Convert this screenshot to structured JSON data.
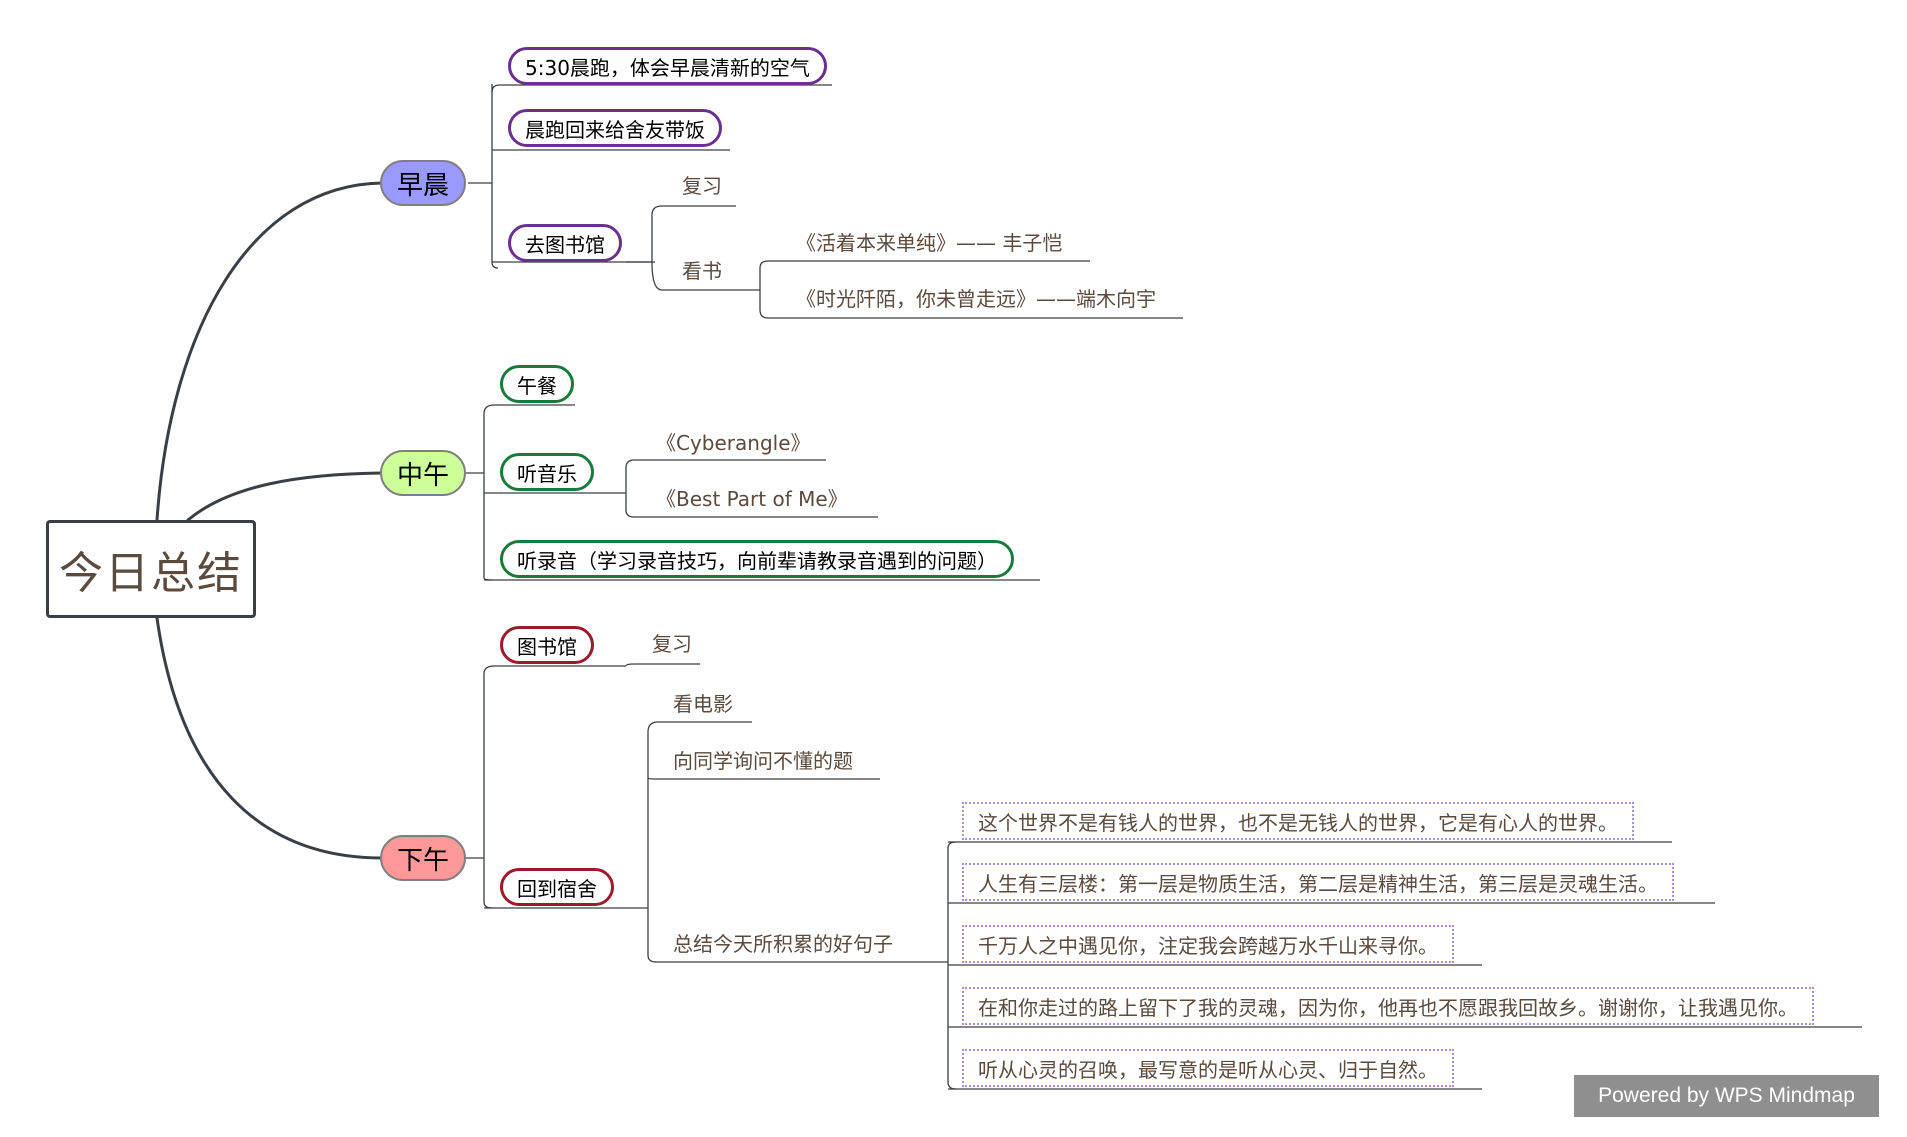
{
  "root": "今日总结",
  "colors": {
    "morning": "#9999ff",
    "noon": "#ccff99",
    "afternoon": "#ff9999",
    "morning_border": "#6a2f8f",
    "noon_border": "#1a7a3a",
    "afternoon_border": "#9c1a2a"
  },
  "morning": {
    "label": "早晨",
    "run": "5:30晨跑，体会早晨清新的空气",
    "food": "晨跑回来给舍友带饭",
    "library": "去图书馆",
    "review": "复习",
    "read": "看书",
    "book1": "《活着本来单纯》——  丰子恺",
    "book2": "《时光阡陌，你未曾走远》——端木向宇"
  },
  "noon": {
    "label": "中午",
    "lunch": "午餐",
    "music": "听音乐",
    "song1": "《Cyberangle》",
    "song2": "《Best  Part  of  Me》",
    "recording": "听录音（学习录音技巧，向前辈请教录音遇到的问题）"
  },
  "afternoon": {
    "label": "下午",
    "library": "图书馆",
    "review": "复习",
    "dorm": "回到宿舍",
    "movie": "看电影",
    "ask": "向同学询问不懂的题",
    "summary": "总结今天所积累的好句子",
    "quotes": [
      "这个世界不是有钱人的世界，也不是无钱人的世界，它是有心人的世界。",
      "人生有三层楼：第一层是物质生活，第二层是精神生活，第三层是灵魂生活。",
      "千万人之中遇见你，注定我会跨越万水千山来寻你。",
      "在和你走过的路上留下了我的灵魂，因为你，他再也不愿跟我回故乡。谢谢你，让我遇见你。",
      "听从心灵的召唤，最写意的是听从心灵、归于自然。"
    ]
  },
  "watermark": "Powered by WPS Mindmap"
}
